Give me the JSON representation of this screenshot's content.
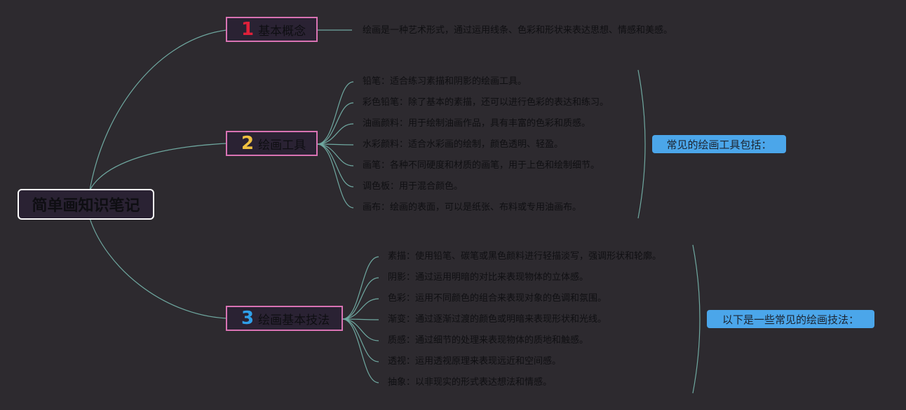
{
  "root": {
    "title": "简单画知识笔记"
  },
  "colors": {
    "line": "#6fa8a0",
    "topic_border": "#d973b4",
    "summary_bg": "#4ba6ea",
    "num1": "#e0203a",
    "num2": "#f0c040",
    "num3": "#2fa0ea"
  },
  "topics": [
    {
      "num": "1",
      "label": "基本概念",
      "leaves": [
        "绘画是一种艺术形式，通过运用线条、色彩和形状来表达思想、情感和美感。"
      ]
    },
    {
      "num": "2",
      "label": "绘画工具",
      "leaves": [
        "铅笔：适合练习素描和阴影的绘画工具。",
        "彩色铅笔：除了基本的素描，还可以进行色彩的表达和练习。",
        "油画颜料：用于绘制油画作品，具有丰富的色彩和质感。",
        "水彩颜料：适合水彩画的绘制，颜色透明、轻盈。",
        "画笔：各种不同硬度和材质的画笔，用于上色和绘制细节。",
        "调色板：用于混合颜色。",
        "画布：绘画的表面，可以是纸张、布料或专用油画布。"
      ],
      "summary": "常见的绘画工具包括："
    },
    {
      "num": "3",
      "label": "绘画基本技法",
      "leaves": [
        "素描：使用铅笔、碳笔或黑色颜料进行轻描淡写，强调形状和轮廓。",
        "阴影：通过运用明暗的对比来表现物体的立体感。",
        "色彩：运用不同颜色的组合来表现对象的色调和氛围。",
        "渐变：通过逐渐过渡的颜色或明暗来表现形状和光线。",
        "质感：通过细节的处理来表现物体的质地和触感。",
        "透视：运用透视原理来表现远近和空间感。",
        "抽象：以非现实的形式表达想法和情感。"
      ],
      "summary": "以下是一些常见的绘画技法："
    }
  ]
}
